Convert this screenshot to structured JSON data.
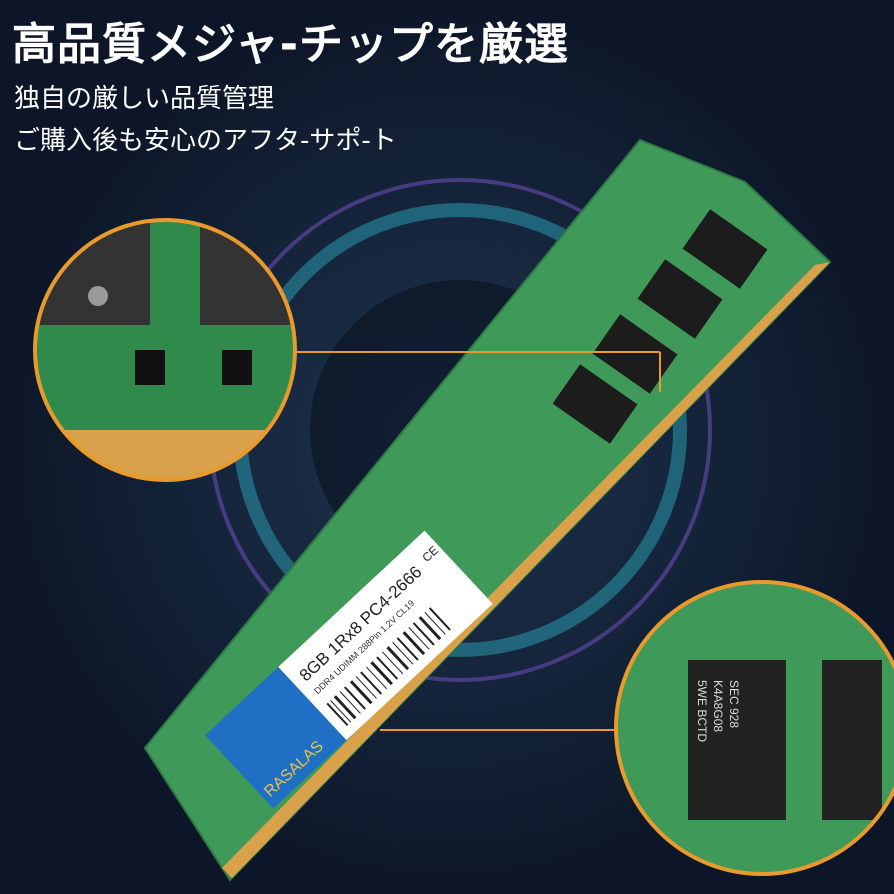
{
  "headline": "高品質メジャ-チップを厳選",
  "sublines": [
    "独自の厳しい品質管理",
    "ご購入後も安心のアフタ-サポ-ト"
  ],
  "label": {
    "capacity": "8GB 1Rx8 PC4-2666",
    "spec": "DDR4 UDIMM 288Pin 1.2V  CL19",
    "brand": "RASALAS",
    "marks": "CE"
  },
  "chip_text": [
    "SEC 928",
    "K4A8G08",
    "5WE BCTD"
  ],
  "colors": {
    "pcb": "#3f9a5a",
    "gold": "#d9a24a",
    "accent_line": "#e89a2c",
    "label_blue": "#1f6fc4",
    "background": "#101a2e"
  }
}
